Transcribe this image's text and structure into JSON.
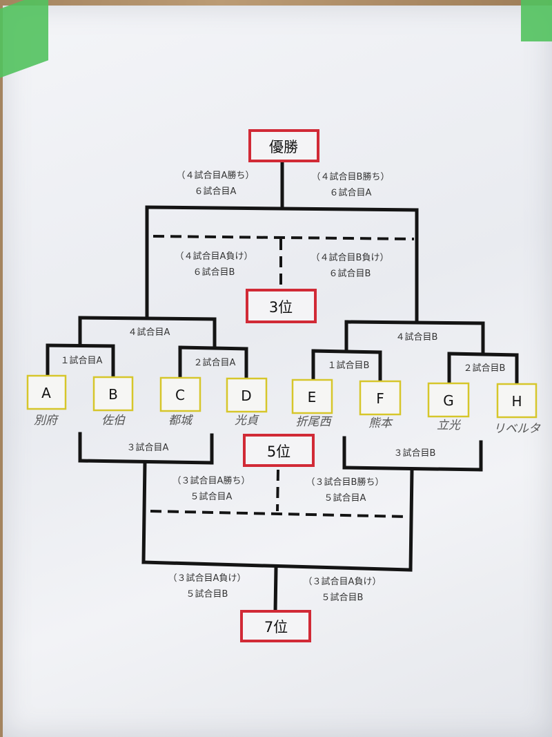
{
  "places": {
    "champion": "優勝",
    "third": "3位",
    "fifth": "5位",
    "seventh": "7位"
  },
  "final_notes": {
    "left_line1": "（４試合目A勝ち）",
    "left_line2": "６試合目A",
    "right_line1": "（４試合目B勝ち）",
    "right_line2": "６試合目A"
  },
  "third_notes": {
    "left_line1": "（４試合目A負け）",
    "left_line2": "６試合目B",
    "right_line1": "（４試合目B負け）",
    "right_line2": "６試合目B"
  },
  "matches": {
    "m4a": "４試合目A",
    "m4b": "４試合目B",
    "m1a": "１試合目A",
    "m2a": "２試合目A",
    "m1b": "１試合目B",
    "m2b": "２試合目B",
    "m3a": "３試合目A",
    "m3b": "３試合目B"
  },
  "teams": [
    {
      "letter": "A",
      "name": "別府"
    },
    {
      "letter": "B",
      "name": "佐伯"
    },
    {
      "letter": "C",
      "name": "都城"
    },
    {
      "letter": "D",
      "name": "光貞"
    },
    {
      "letter": "E",
      "name": "折尾西"
    },
    {
      "letter": "F",
      "name": "熊本"
    },
    {
      "letter": "G",
      "name": "立光"
    },
    {
      "letter": "H",
      "name": "リベルタ"
    }
  ],
  "fifth_notes": {
    "left_line1": "（３試合目A勝ち）",
    "left_line2": "５試合目A",
    "right_line1": "（３試合目B勝ち）",
    "right_line2": "５試合目A"
  },
  "seventh_notes": {
    "left_line1": "（３試合目A負け）",
    "left_line2": "５試合目B",
    "right_line1": "（３試合目A負け）",
    "right_line2": "５試合目B"
  },
  "colors": {
    "place_border": "#d12a36",
    "team_border": "#d6c62a",
    "line": "#141414",
    "tape": "#52c25e"
  }
}
